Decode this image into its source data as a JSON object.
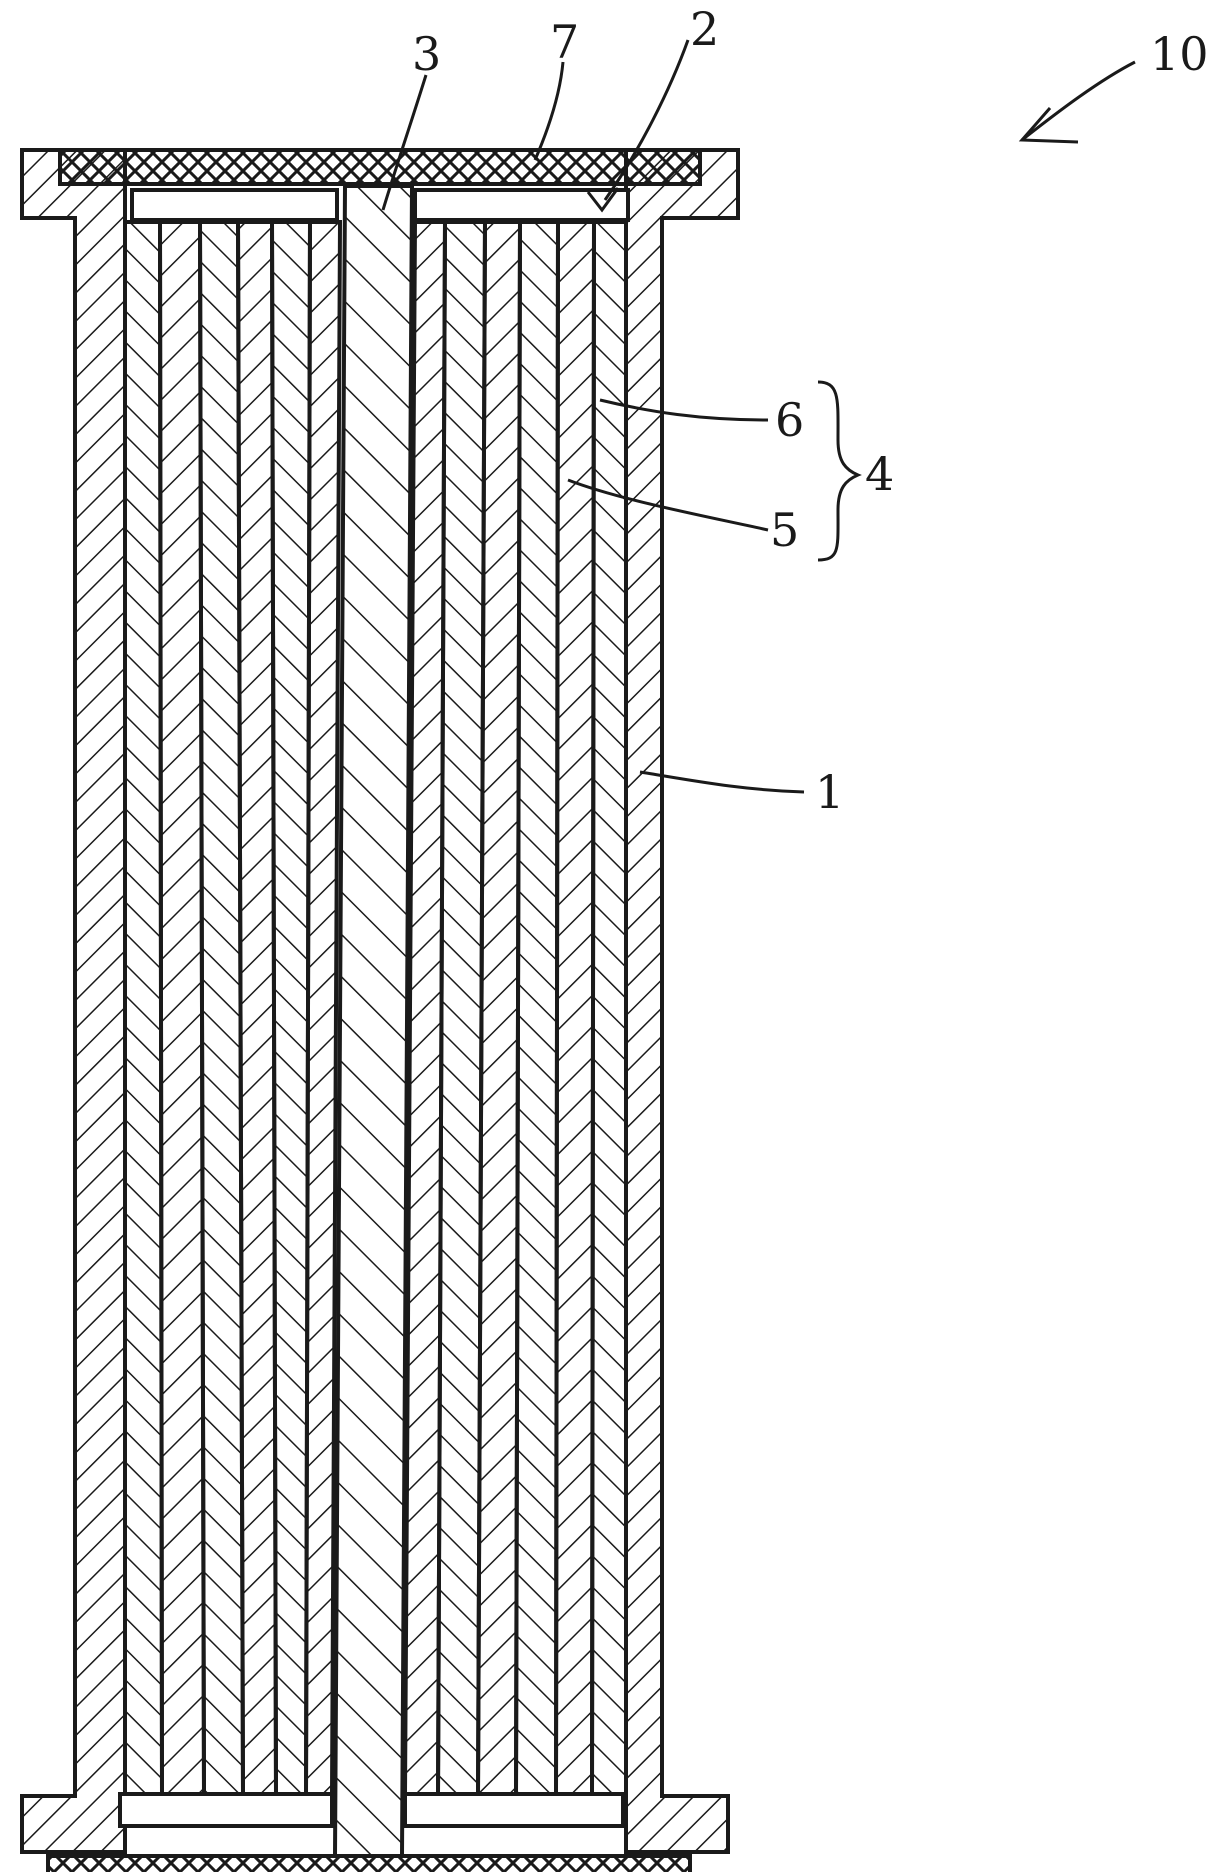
{
  "figure": {
    "labels": {
      "assembly": "10",
      "casing": "1",
      "end_gap": "2",
      "core_tube": "3",
      "layer_pair": "4",
      "inner_layer": "5",
      "outer_layer": "6",
      "end_plate": "7"
    },
    "colors": {
      "line": "#1a1a1a",
      "background": "#ffffff"
    }
  }
}
